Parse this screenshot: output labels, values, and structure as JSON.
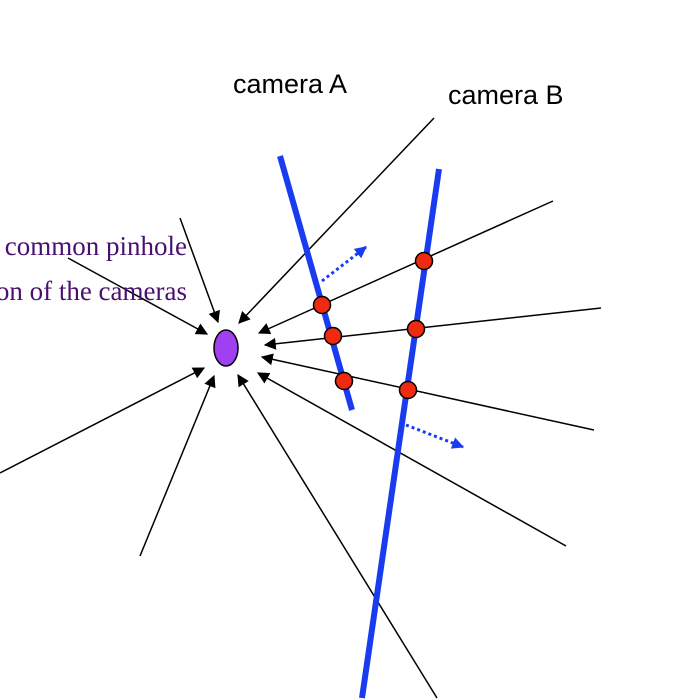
{
  "labels": {
    "camera_a": "camera A",
    "camera_b": "camera B",
    "pinhole_line1": "common pinhole",
    "pinhole_line2": "position of the cameras"
  },
  "colors": {
    "image_plane": "#1a3cf0",
    "intersection_point": "#ee2a10",
    "pinhole": "#a040f0",
    "pinhole_text": "#4a1070",
    "ray": "#000000"
  }
}
